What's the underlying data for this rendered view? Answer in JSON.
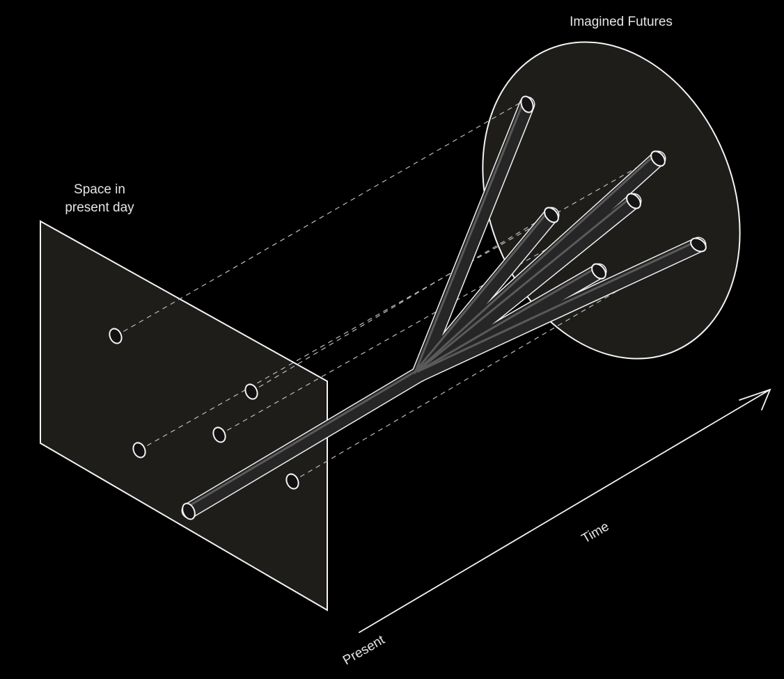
{
  "labels": {
    "imagined_futures": "Imagined Futures",
    "space_line1": "Space in",
    "space_line2": "present day",
    "time": "Time",
    "present": "Present"
  },
  "colors": {
    "background": "#000000",
    "panel_fill": "#1f1d1a",
    "outline": "#f2f2f2",
    "tube": "#2a2a2a",
    "dashed": "#bdbdbd"
  }
}
